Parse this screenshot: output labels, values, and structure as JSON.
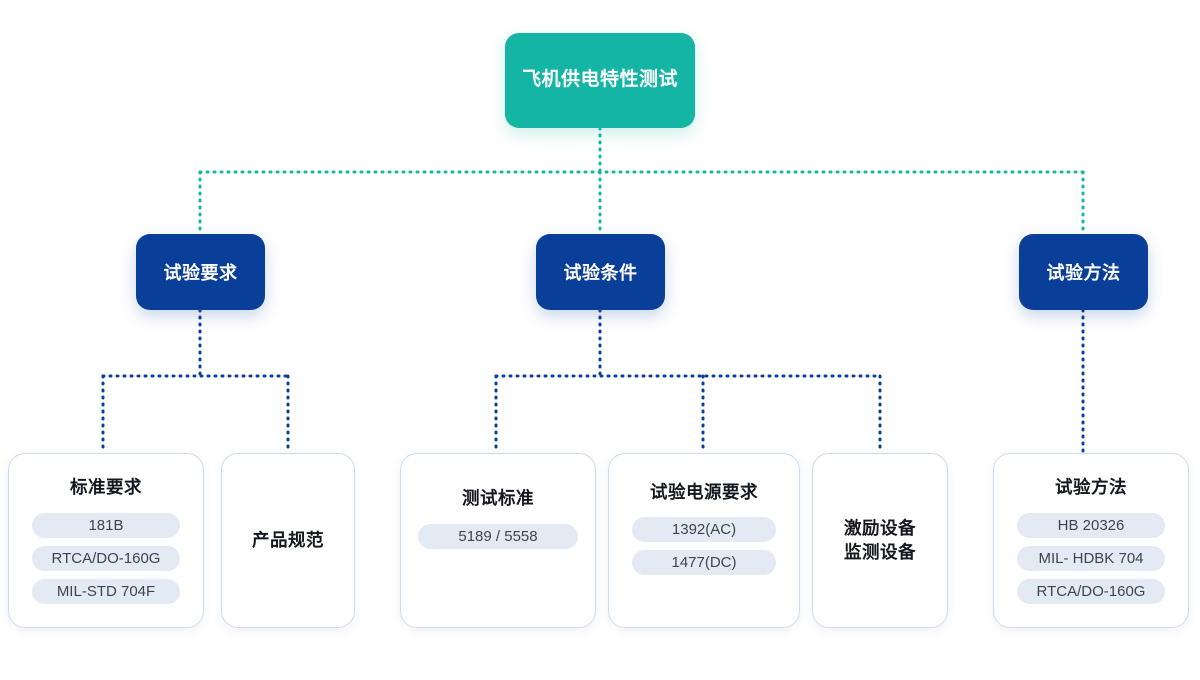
{
  "diagram": {
    "type": "tree",
    "title": "飞机供电特性测试",
    "colors": {
      "root": "#15b5a6",
      "level2": "#0a3f99",
      "card_border": "#cfdced",
      "card_bg": "#ffffff",
      "pill_bg": "#e4eaf3",
      "connector_teal": "#15b5a6",
      "connector_blue": "#0a3f99",
      "page_bg": "#ffffff"
    },
    "root": {
      "label": "飞机供电特性测试"
    },
    "branches": [
      {
        "label": "试验要求",
        "children": [
          {
            "title": "标准要求",
            "items": [
              "181B",
              "RTCA/DO-160G",
              "MIL-STD 704F"
            ]
          },
          {
            "title": "产品规范",
            "items": []
          }
        ]
      },
      {
        "label": "试验条件",
        "children": [
          {
            "title": "测试标准",
            "items": [
              "5189 / 5558"
            ]
          },
          {
            "title": "试验电源要求",
            "items": [
              "1392(AC)",
              "1477(DC)"
            ]
          },
          {
            "title": "激励设备\n监测设备",
            "items": []
          }
        ]
      },
      {
        "label": "试验方法",
        "children": [
          {
            "title": "试验方法",
            "items": [
              "HB 20326",
              "MIL- HDBK 704",
              "RTCA/DO-160G"
            ]
          }
        ]
      }
    ]
  }
}
